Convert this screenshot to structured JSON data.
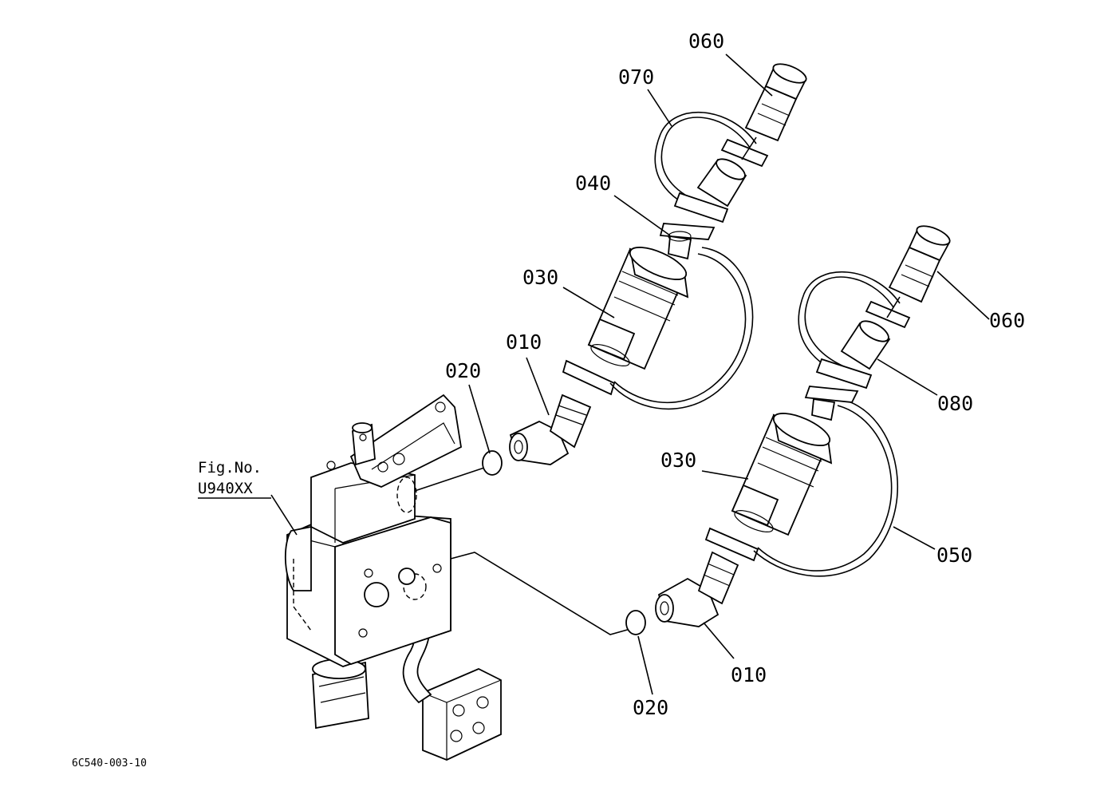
{
  "figure": {
    "fig_label_line1": "Fig.No.",
    "fig_label_line2": "U940XX",
    "drawing_code": "6C540-003-10"
  },
  "callouts": {
    "c060_top": "060",
    "c070": "070",
    "c040": "040",
    "c030_upper": "030",
    "c010_upper": "010",
    "c020_upper": "020",
    "c060_right": "060",
    "c080": "080",
    "c030_lower": "030",
    "c050": "050",
    "c010_lower": "010",
    "c020_lower": "020"
  }
}
